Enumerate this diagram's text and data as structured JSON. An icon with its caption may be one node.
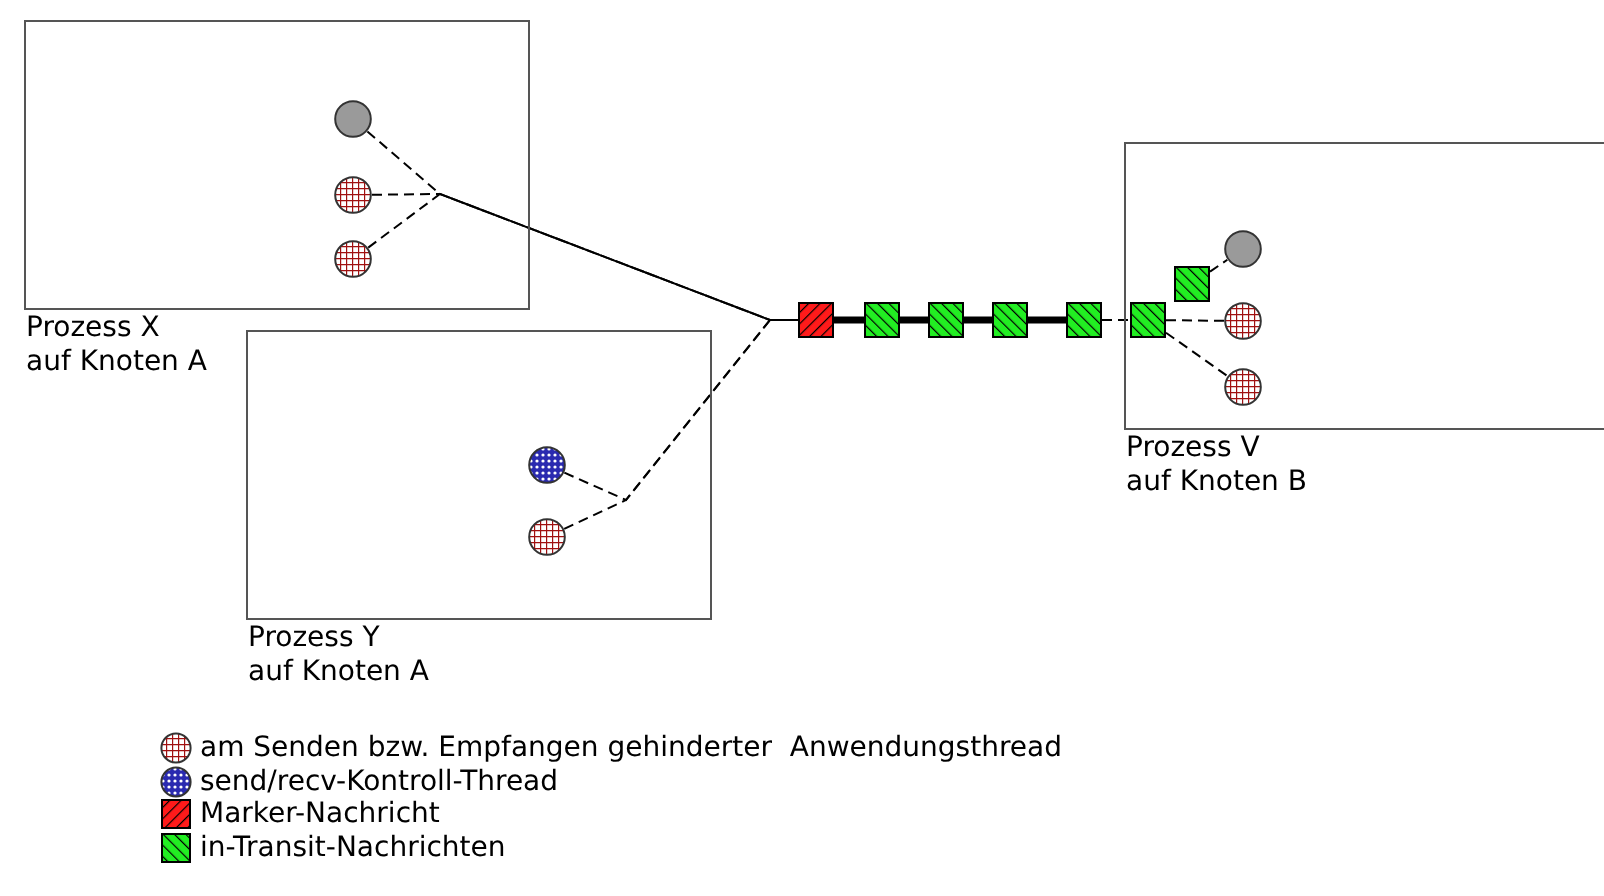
{
  "diagram": {
    "nodes": [
      {
        "text": [
          "Prozess X auf Knoten  A"
        ]
      },
      {
        "text": [],
        "shape": "circle",
        "in": 0
      },
      {
        "text": [],
        "shape": "circle",
        "in": 0
      },
      {
        "text": [],
        "shape": "circle",
        "in": 0
      },
      {
        "text": [
          "Prozess Y auf Knoten A"
        ]
      },
      {
        "text": [],
        "shape": "circle",
        "in": 4
      },
      {
        "text": [],
        "shape": "circle",
        "in": 4
      },
      {
        "text": [
          "Prozess V auf Knoten B"
        ]
      },
      {
        "text": [],
        "shape": "circle",
        "in": 7
      },
      {
        "text": [],
        "shape": "circle",
        "in": 7
      },
      {
        "text": [],
        "shape": "circle",
        "in": 7
      },
      {
        "text": [],
        "shape": "box"
      },
      {
        "text": [],
        "shape": "box"
      },
      {
        "text": [],
        "shape": "box"
      },
      {
        "text": [],
        "shape": "box"
      },
      {
        "text": [],
        "shape": "box"
      },
      {
        "text": [],
        "shape": "box",
        "in": 7
      },
      {
        "text": [],
        "shape": "box",
        "in": 7
      }
    ],
    "edges": [
      {
        "from": 1,
        "to": 11,
        "arrow": "none",
        "style": "dashed"
      },
      {
        "from": 2,
        "to": 11,
        "arrow": "none",
        "style": "dashed"
      },
      {
        "from": 3,
        "to": 11,
        "arrow": "none",
        "style": "dashed"
      },
      {
        "from": 5,
        "to": 11,
        "arrow": "none",
        "style": "dashed"
      },
      {
        "from": 6,
        "to": 11,
        "arrow": "none",
        "style": "dashed"
      },
      {
        "from": 11,
        "to": 12,
        "arrow": "none",
        "style": "thick"
      },
      {
        "from": 12,
        "to": 13,
        "arrow": "none",
        "style": "thick"
      },
      {
        "from": 13,
        "to": 14,
        "arrow": "none",
        "style": "thick"
      },
      {
        "from": 14,
        "to": 15,
        "arrow": "none",
        "style": "thick"
      },
      {
        "from": 15,
        "to": 16,
        "arrow": "none",
        "style": "dashed"
      },
      {
        "from": 17,
        "to": 8,
        "arrow": "none",
        "style": "dashed"
      },
      {
        "from": 16,
        "to": 9,
        "arrow": "none",
        "style": "dashed"
      },
      {
        "from": 16,
        "to": 10,
        "arrow": "none",
        "style": "dashed"
      }
    ],
    "legend": [
      {
        "text": "am Senden bzw. Empfangen gehinderter  Anwendungsthread"
      },
      {
        "text": "send/recv-Kontroll-Thread"
      },
      {
        "text": "Marker-Nachricht"
      },
      {
        "text": "in-Transit-Nachrichten"
      }
    ]
  }
}
